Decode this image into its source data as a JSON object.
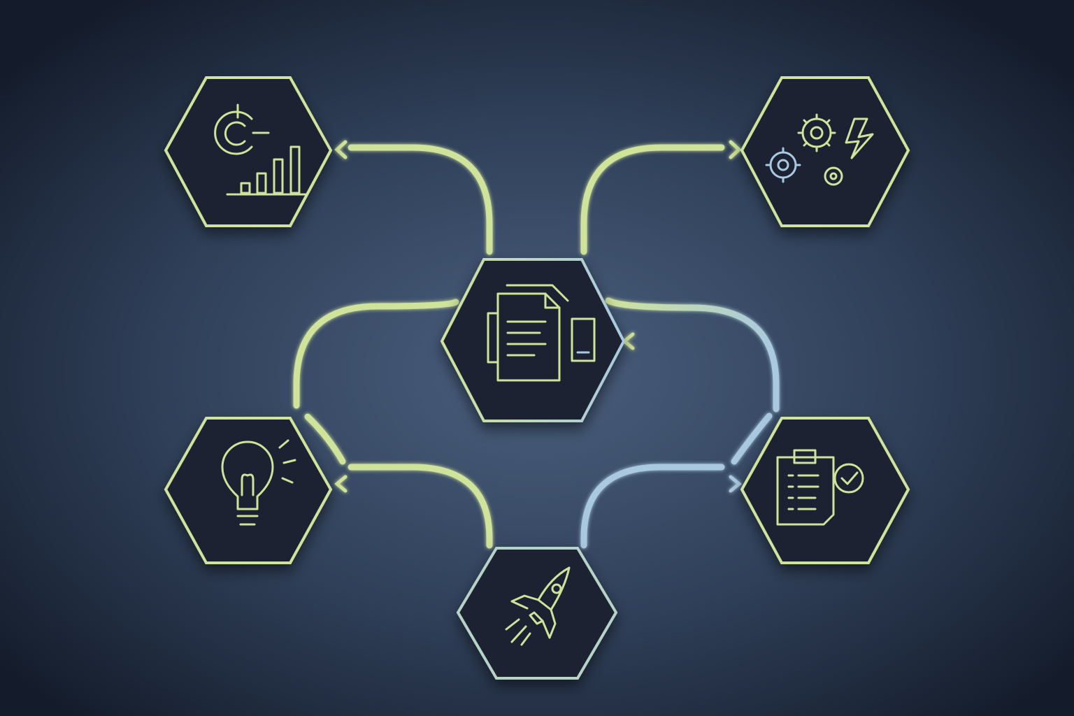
{
  "diagram": {
    "background": {
      "center": "#4a5f7e",
      "edge": "#141c2b"
    },
    "colors": {
      "green": "#cfe39a",
      "blue": "#a9c9e0",
      "mixed": "#bcd4bf",
      "node_fill": "#1c2433"
    },
    "nodes": [
      {
        "id": "analytics",
        "icon": "chart-target-icon",
        "color": "green"
      },
      {
        "id": "automation",
        "icon": "gears-lightning-icon",
        "color": "green"
      },
      {
        "id": "documents",
        "icon": "documents-icon",
        "color": "blue"
      },
      {
        "id": "ideas",
        "icon": "lightbulb-icon",
        "color": "green"
      },
      {
        "id": "checklist",
        "icon": "clipboard-check-icon",
        "color": "green"
      },
      {
        "id": "launch",
        "icon": "rocket-icon",
        "color": "blue"
      }
    ],
    "connections": [
      {
        "from": "documents",
        "to": "analytics",
        "color": "green"
      },
      {
        "from": "documents",
        "to": "automation",
        "color": "green"
      },
      {
        "from": "documents",
        "to": "ideas",
        "color": "green"
      },
      {
        "from": "checklist",
        "to": "documents",
        "color": "blue"
      },
      {
        "from": "launch",
        "to": "ideas",
        "color": "green"
      },
      {
        "from": "launch",
        "to": "checklist",
        "color": "blue"
      }
    ]
  }
}
